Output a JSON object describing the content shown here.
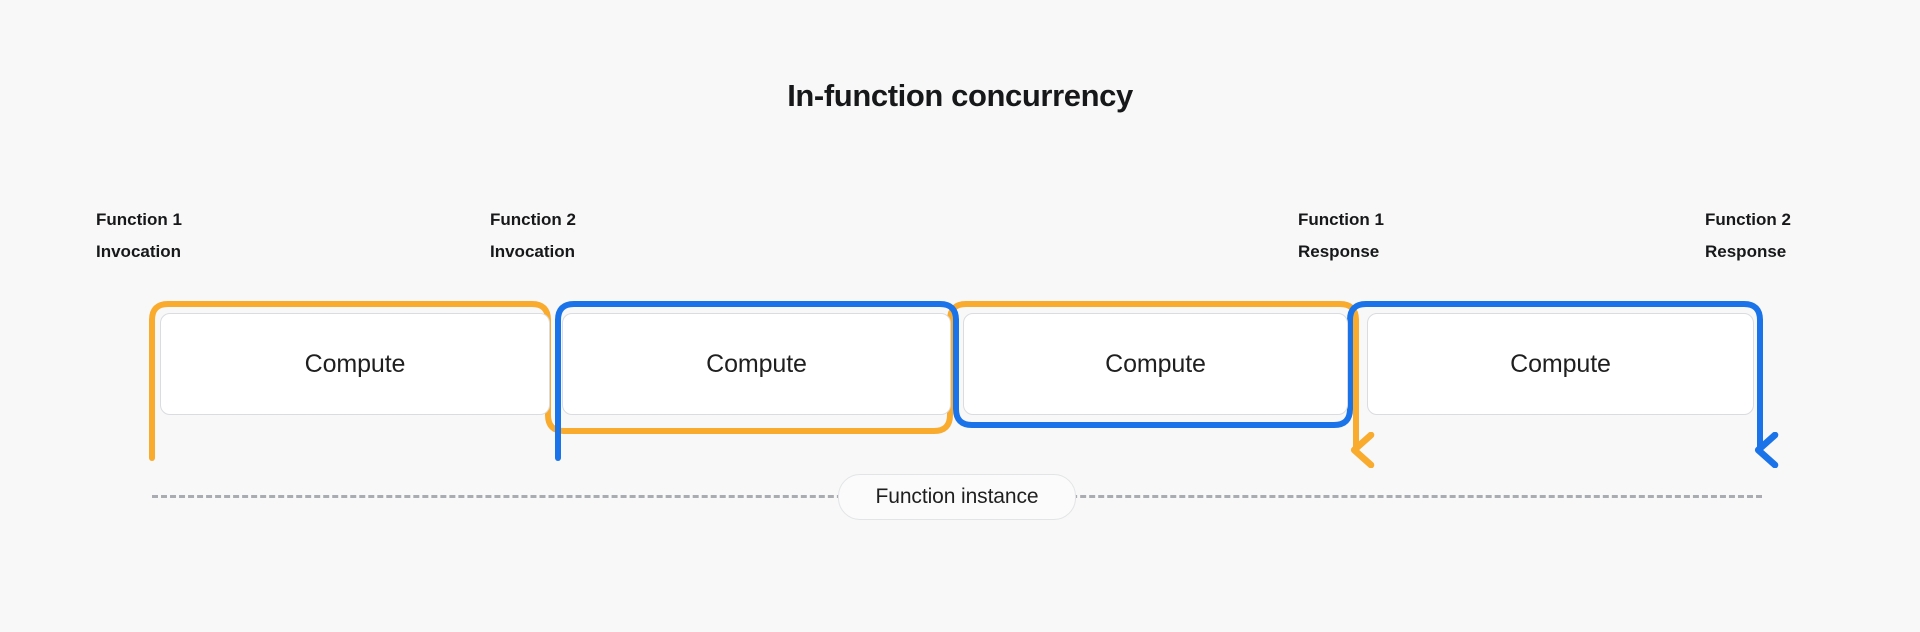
{
  "diagram": {
    "title": "In-function concurrency",
    "background_color": "#F8F8F8",
    "colors": {
      "orange": "#F9AB2E",
      "blue": "#1A73E8",
      "box_border": "#DADCE0",
      "dashed_line": "#A9ADB2",
      "text": "#17181A"
    },
    "labels": [
      {
        "line1": "Function 1",
        "line2": "Invocation",
        "color": "#F9AB2E",
        "name": "function-1-invocation"
      },
      {
        "line1": "Function 2",
        "line2": "Invocation",
        "color": "#1A73E8",
        "name": "function-2-invocation"
      },
      {
        "line1": "Function 1",
        "line2": "Response",
        "color": "#F9AB2E",
        "name": "function-1-response"
      },
      {
        "line1": "Function 2",
        "line2": "Response",
        "color": "#1A73E8",
        "name": "function-2-response"
      }
    ],
    "compute_boxes": [
      {
        "label": "Compute",
        "bracket": "orange"
      },
      {
        "label": "Compute",
        "bracket": "blue"
      },
      {
        "label": "Compute",
        "bracket": "orange"
      },
      {
        "label": "Compute",
        "bracket": "blue"
      }
    ],
    "instance": {
      "label": "Function instance"
    }
  }
}
